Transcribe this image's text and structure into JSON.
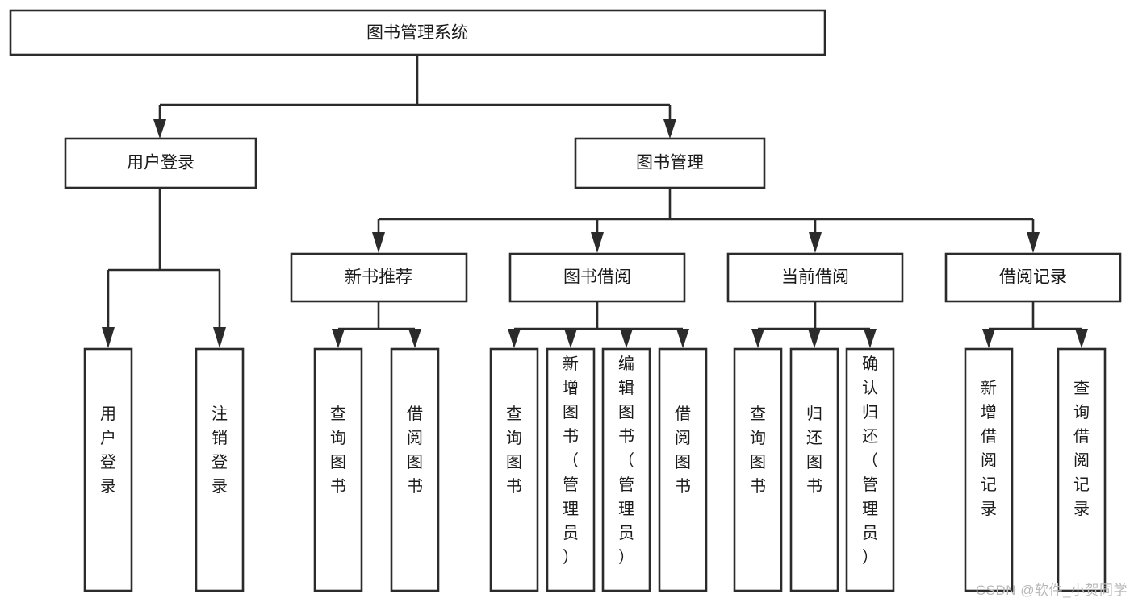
{
  "diagram": {
    "title": "图书管理系统",
    "type": "tree",
    "orientation": "top-down",
    "watermark": "CSDN @软件_小贺同学",
    "colors": {
      "background": "#ffffff",
      "box_fill": "#ffffff",
      "box_stroke": "#2b2b2b",
      "text": "#1b1b1b",
      "watermark": "#b9b9b9"
    },
    "nodes": {
      "root": {
        "label": "图书管理系统",
        "level": 0,
        "orientation": "horizontal"
      },
      "user_login": {
        "label": "用户登录",
        "level": 1,
        "orientation": "horizontal"
      },
      "book_manage": {
        "label": "图书管理",
        "level": 1,
        "orientation": "horizontal"
      },
      "new_book_rec": {
        "label": "新书推荐",
        "level": 2,
        "orientation": "horizontal"
      },
      "book_borrow": {
        "label": "图书借阅",
        "level": 2,
        "orientation": "horizontal"
      },
      "current_borrow": {
        "label": "当前借阅",
        "level": 2,
        "orientation": "horizontal"
      },
      "borrow_record": {
        "label": "借阅记录",
        "level": 2,
        "orientation": "horizontal"
      },
      "leaf_user_login": {
        "label": "用户登录",
        "level": 2,
        "orientation": "vertical"
      },
      "leaf_logout": {
        "label": "注销登录",
        "level": 2,
        "orientation": "vertical"
      },
      "leaf_query_book_1": {
        "label": "查询图书",
        "level": 3,
        "orientation": "vertical"
      },
      "leaf_borrow_book_1": {
        "label": "借阅图书",
        "level": 3,
        "orientation": "vertical"
      },
      "leaf_query_book_2": {
        "label": "查询图书",
        "level": 3,
        "orientation": "vertical"
      },
      "leaf_add_book": {
        "label": "新增图书（管理员）",
        "level": 3,
        "orientation": "vertical"
      },
      "leaf_edit_book": {
        "label": "编辑图书（管理员）",
        "level": 3,
        "orientation": "vertical"
      },
      "leaf_borrow_book_2": {
        "label": "借阅图书",
        "level": 3,
        "orientation": "vertical"
      },
      "leaf_query_book_3": {
        "label": "查询图书",
        "level": 3,
        "orientation": "vertical"
      },
      "leaf_return_book": {
        "label": "归还图书",
        "level": 3,
        "orientation": "vertical"
      },
      "leaf_confirm_return": {
        "label": "确认归还（管理员）",
        "level": 3,
        "orientation": "vertical"
      },
      "leaf_add_record": {
        "label": "新增借阅记录",
        "level": 3,
        "orientation": "vertical"
      },
      "leaf_query_record": {
        "label": "查询借阅记录",
        "level": 3,
        "orientation": "vertical"
      }
    },
    "edges": [
      {
        "from": "root",
        "to": "user_login"
      },
      {
        "from": "root",
        "to": "book_manage"
      },
      {
        "from": "user_login",
        "to": "leaf_user_login"
      },
      {
        "from": "user_login",
        "to": "leaf_logout"
      },
      {
        "from": "book_manage",
        "to": "new_book_rec"
      },
      {
        "from": "book_manage",
        "to": "book_borrow"
      },
      {
        "from": "book_manage",
        "to": "current_borrow"
      },
      {
        "from": "book_manage",
        "to": "borrow_record"
      },
      {
        "from": "new_book_rec",
        "to": "leaf_query_book_1"
      },
      {
        "from": "new_book_rec",
        "to": "leaf_borrow_book_1"
      },
      {
        "from": "book_borrow",
        "to": "leaf_query_book_2"
      },
      {
        "from": "book_borrow",
        "to": "leaf_add_book"
      },
      {
        "from": "book_borrow",
        "to": "leaf_edit_book"
      },
      {
        "from": "book_borrow",
        "to": "leaf_borrow_book_2"
      },
      {
        "from": "current_borrow",
        "to": "leaf_query_book_3"
      },
      {
        "from": "current_borrow",
        "to": "leaf_return_book"
      },
      {
        "from": "current_borrow",
        "to": "leaf_confirm_return"
      },
      {
        "from": "borrow_record",
        "to": "leaf_add_record"
      },
      {
        "from": "borrow_record",
        "to": "leaf_query_record"
      }
    ]
  }
}
